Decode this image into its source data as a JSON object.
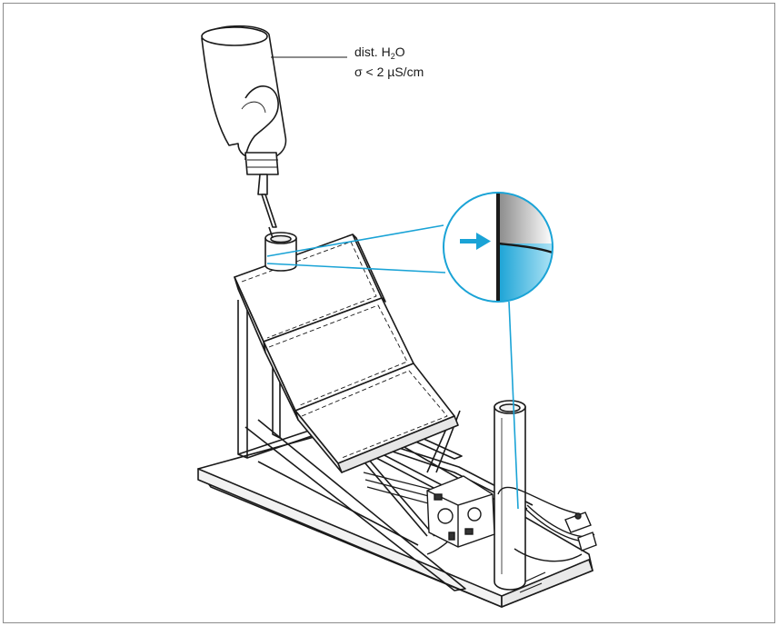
{
  "figure": {
    "label_line1_prefix": "dist. H",
    "label_line1_subscript": "2",
    "label_line1_suffix": "O",
    "label_line2": "σ < 2 µS/cm",
    "colors": {
      "frame": "#8c8c8c",
      "line": "#1a1a1a",
      "accent": "#1aa3d6",
      "water_light": "#8fd7f0",
      "water_dark": "#1aa3d6",
      "glass_gray": "#bdbdbd"
    },
    "icons": [
      "water-bottle-icon",
      "magnifier-icon",
      "fill-arrow-icon",
      "measuring-cell-icon"
    ]
  }
}
